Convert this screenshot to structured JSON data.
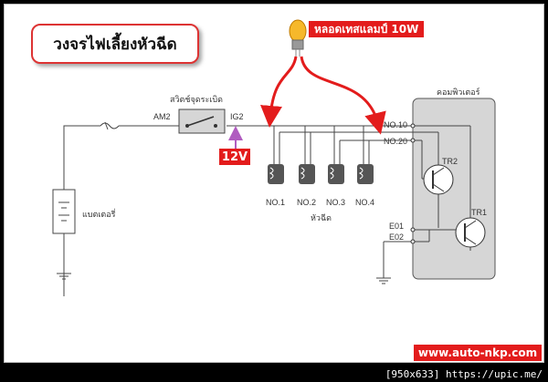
{
  "title": "วงจรไฟเลี้ยงหัวฉีด",
  "lamp_label": "หลอดเทสแลมป์ 10W",
  "voltage_label": "12V",
  "website": "www.auto-nkp.com",
  "footer": "[950x633] https://upic.me/",
  "labels": {
    "am2": "AM2",
    "ig2": "IG2",
    "ignition_switch": "สวิตช์จุดระเบิด",
    "battery": "แบตเตอรี่",
    "computer": "คอมพิวเตอร์",
    "no10": "NO.10",
    "no20": "NO.20",
    "e01": "E01",
    "e02": "E02",
    "tr1": "TR1",
    "tr2": "TR2",
    "injectors": [
      "NO.1",
      "NO.2",
      "NO.3",
      "NO.4"
    ],
    "injector_group": "หัวฉีด"
  },
  "colors": {
    "accent": "#e31c1c",
    "arrow_purple": "#b05cc0",
    "wire": "#444444"
  }
}
